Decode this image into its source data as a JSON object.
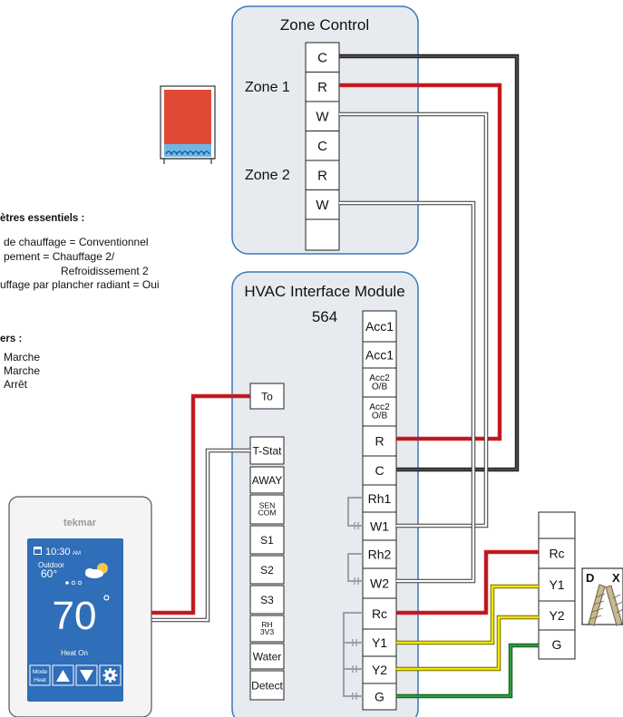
{
  "zone_control": {
    "title": "Zone Control",
    "zone1_label": "Zone 1",
    "zone2_label": "Zone 2",
    "terminals": [
      "C",
      "R",
      "W",
      "C",
      "R",
      "W",
      ""
    ]
  },
  "hvac_module": {
    "title": "HVAC Interface Module",
    "model": "564",
    "right_terminals": [
      [
        "Acc1"
      ],
      [
        "Acc1"
      ],
      [
        "Acc2",
        "O/B"
      ],
      [
        "Acc2",
        "O/B"
      ],
      [
        "R"
      ],
      [
        "C"
      ],
      [
        "Rh1"
      ],
      [
        "W1"
      ],
      [
        "Rh2"
      ],
      [
        "W2"
      ],
      [
        "Rc"
      ],
      [
        "Y1"
      ],
      [
        "Y2"
      ],
      [
        "G"
      ]
    ],
    "left_terminals": [
      [
        "To"
      ],
      [
        "T-Stat"
      ],
      [
        "AWAY"
      ],
      [
        "SEN",
        "COM"
      ],
      [
        "S1"
      ],
      [
        "S2"
      ],
      [
        "S3"
      ],
      [
        "RH",
        "3V3"
      ],
      [
        "Water"
      ],
      [
        "Detect"
      ]
    ]
  },
  "settings_text": {
    "heading1": "ètres essentiels :",
    "line1": "de chauffage = Conventionnel",
    "line2": "pement = Chauffage 2/",
    "line3": "Refroidissement 2",
    "line4": "uffage par plancher radiant = Oui",
    "heading2": "ers :",
    "status1": "Marche",
    "status2": "Marche",
    "status3": "Arrêt"
  },
  "thermostat": {
    "brand": "tekmar",
    "time": "10:30",
    "ampm": "AM",
    "outdoor_label": "Outdoor",
    "outdoor_temp": "60°",
    "setpoint": "70",
    "degree": "°",
    "status": "Heat On",
    "mode_line1": "Mode",
    "mode_line2": "Heat"
  },
  "cooling_unit": {
    "terminals": [
      "",
      "Rc",
      "Y1",
      "Y2",
      "G"
    ],
    "dx_label_d": "D",
    "dx_label_x": "X"
  },
  "colors": {
    "wire_red": "#d42027",
    "wire_black": "#231f20",
    "wire_yellow": "#f2e600",
    "wire_green": "#2e9a3c",
    "panel_fill": "#e7ebf0",
    "panel_stroke": "#3a78b8",
    "boiler_red": "#e04a35",
    "screen_blue": "#2f6eb8"
  }
}
